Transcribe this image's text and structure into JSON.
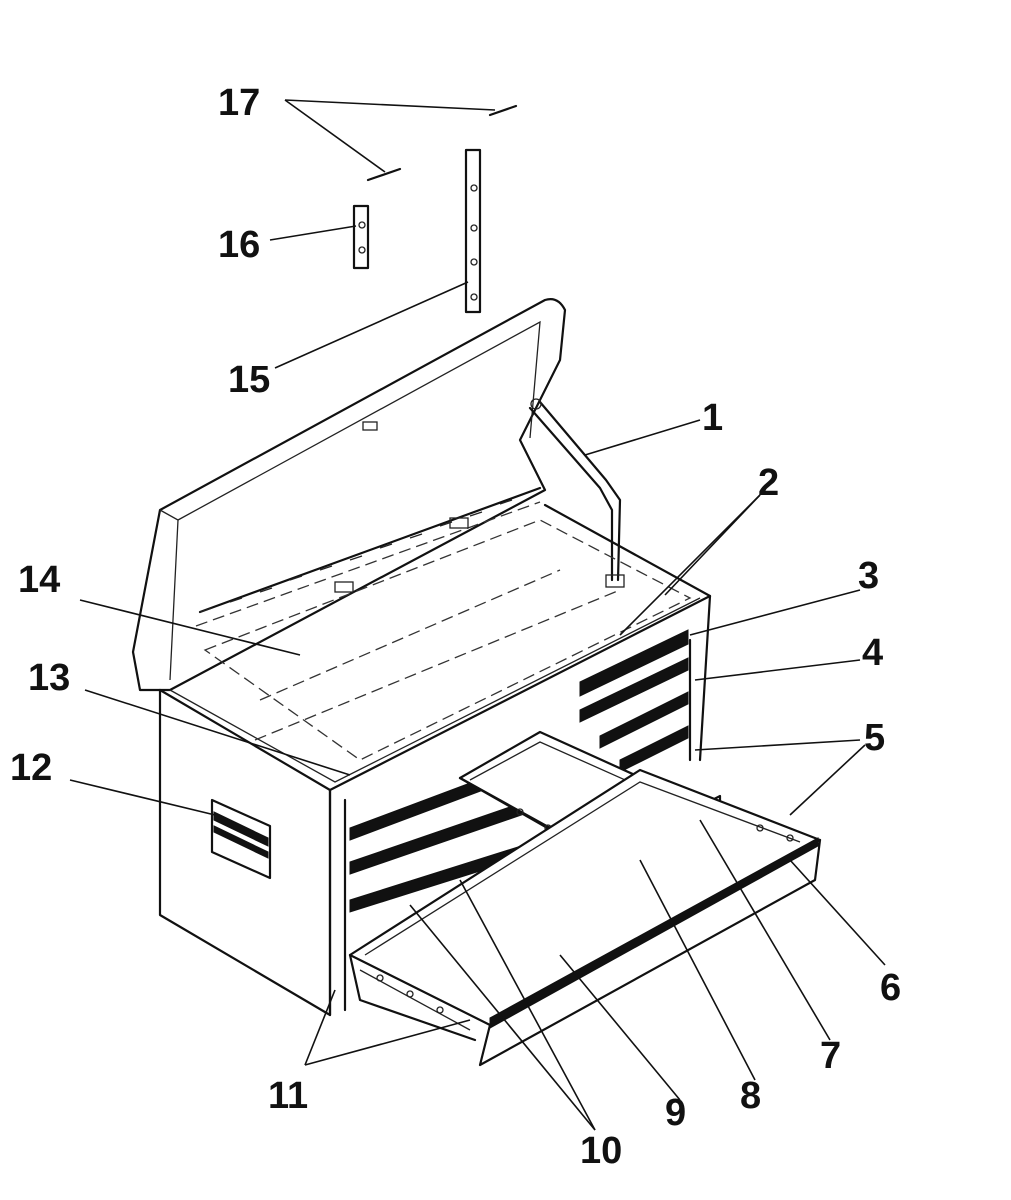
{
  "callouts": [
    {
      "id": "17",
      "text": "17"
    },
    {
      "id": "16",
      "text": "16"
    },
    {
      "id": "15",
      "text": "15"
    },
    {
      "id": "1",
      "text": "1"
    },
    {
      "id": "2",
      "text": "2"
    },
    {
      "id": "3",
      "text": "3"
    },
    {
      "id": "4",
      "text": "4"
    },
    {
      "id": "5",
      "text": "5"
    },
    {
      "id": "14",
      "text": "14"
    },
    {
      "id": "13",
      "text": "13"
    },
    {
      "id": "12",
      "text": "12"
    },
    {
      "id": "6",
      "text": "6"
    },
    {
      "id": "7",
      "text": "7"
    },
    {
      "id": "8",
      "text": "8"
    },
    {
      "id": "9",
      "text": "9"
    },
    {
      "id": "10",
      "text": "10"
    },
    {
      "id": "11",
      "text": "11"
    }
  ],
  "colors": {
    "line": "#111111",
    "background": "#ffffff"
  }
}
